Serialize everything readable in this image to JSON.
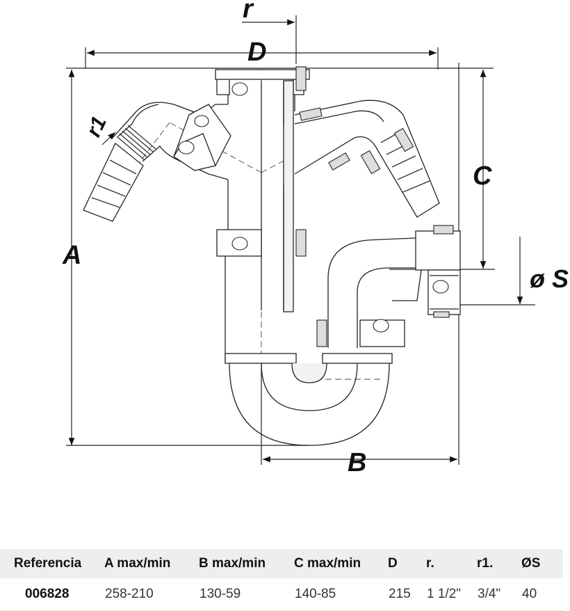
{
  "dimension_labels": {
    "r": "r",
    "D": "D",
    "r1": "r1",
    "C": "C",
    "A": "A",
    "S": "ø S",
    "B": "B"
  },
  "table": {
    "headers": [
      "Referencia",
      "A max/min",
      "B max/min",
      "C max/min",
      "D",
      "r.",
      "r1.",
      "ØS"
    ],
    "row": [
      "006828",
      "258-210",
      "130-59",
      "140-85",
      "215",
      "1 1/2\"",
      "3/4\"",
      "40"
    ]
  }
}
